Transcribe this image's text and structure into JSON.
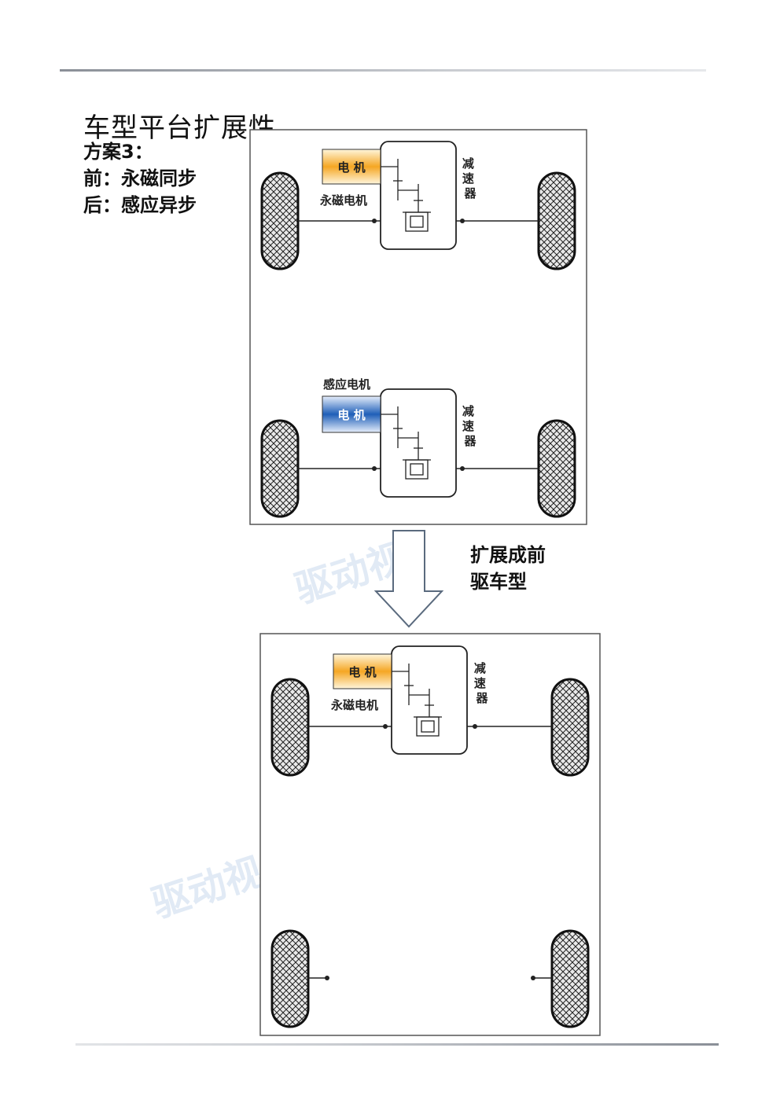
{
  "page_title": "车型平台扩展性",
  "scheme": {
    "heading": "方案3：",
    "front": "前：永磁同步",
    "rear": "后：感应异步"
  },
  "labels": {
    "motor": "电 机",
    "reducer_lines": [
      "减",
      "速",
      "器"
    ],
    "pm_motor": "永磁电机",
    "induction_motor": "感应电机"
  },
  "expand_text_lines": [
    "扩展成前",
    "驱车型"
  ],
  "watermark": "驱动视",
  "colors": {
    "pm_motor_fill": "#f5a623",
    "induction_motor_fill": "#1f5fb8",
    "line": "#222222"
  }
}
